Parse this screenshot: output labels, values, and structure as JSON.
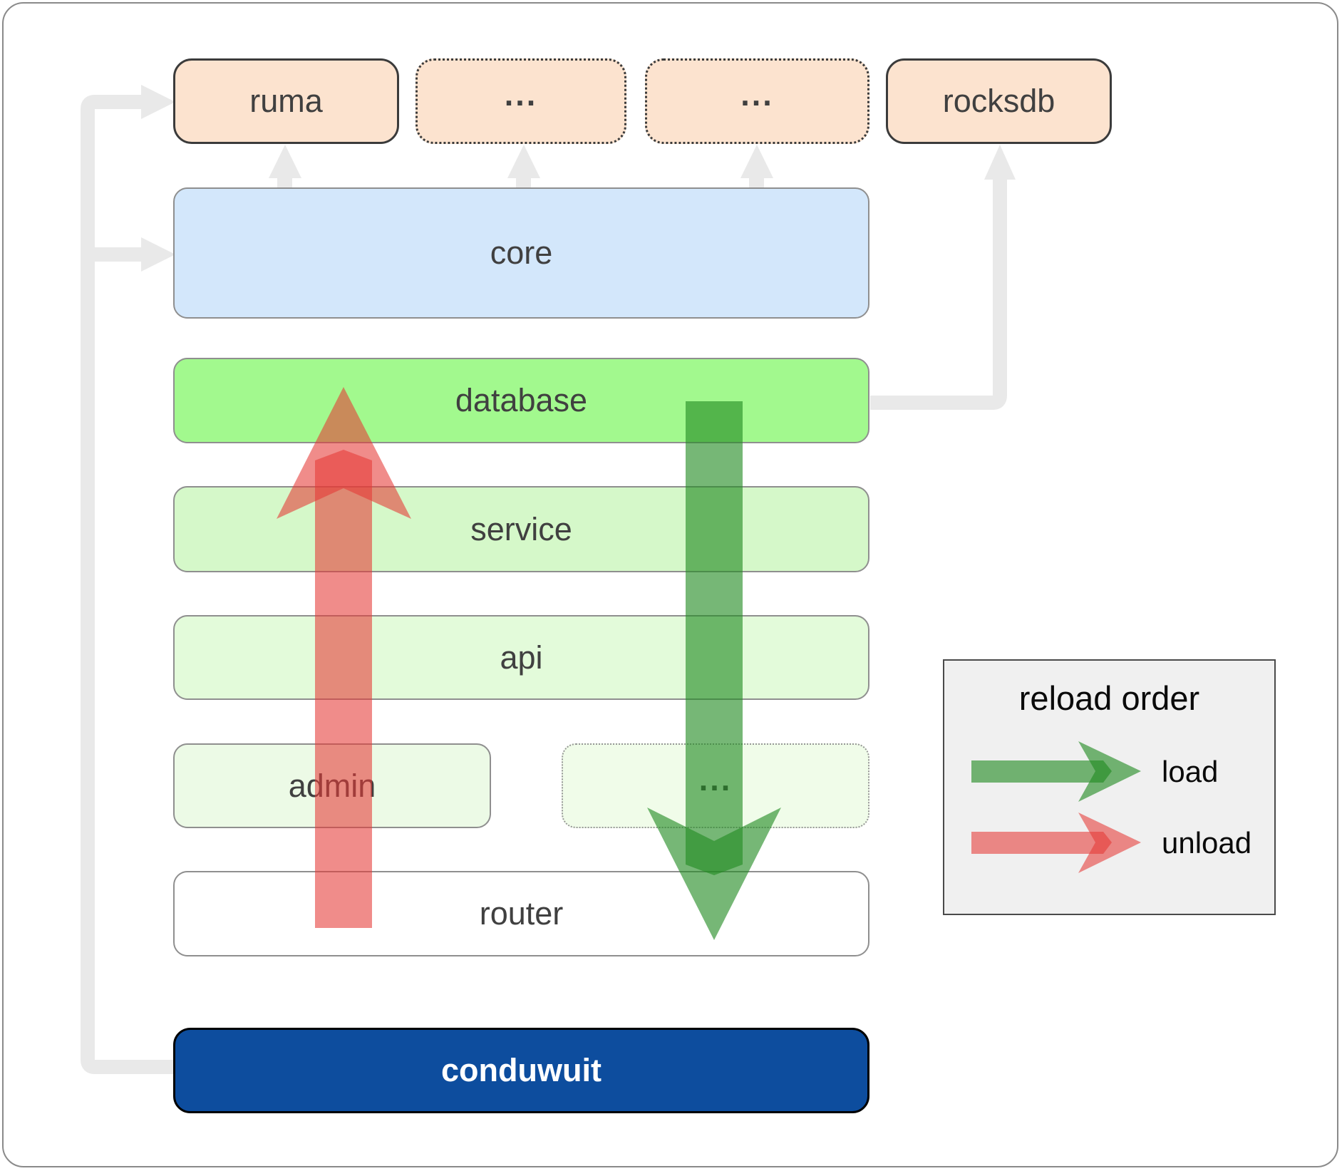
{
  "nodes": {
    "ruma": {
      "label": "ruma"
    },
    "deps_more_1": {
      "label": "..."
    },
    "deps_more_2": {
      "label": "..."
    },
    "rocksdb": {
      "label": "rocksdb"
    },
    "core": {
      "label": "core"
    },
    "database": {
      "label": "database"
    },
    "service": {
      "label": "service"
    },
    "api": {
      "label": "api"
    },
    "admin": {
      "label": "admin"
    },
    "services_more": {
      "label": "..."
    },
    "router": {
      "label": "router"
    },
    "conduwuit": {
      "label": "conduwuit"
    }
  },
  "legend": {
    "title": "reload order",
    "items": [
      {
        "label": "load",
        "color": "#228b22"
      },
      {
        "label": "unload",
        "color": "#e53935"
      }
    ]
  },
  "colors": {
    "load_arrow": "#228b22",
    "unload_arrow": "#e53935",
    "dependency_connector": "#e9e9e9",
    "dependency_fill": "#fce3cf",
    "core_fill": "#d3e7fb",
    "database_fill": "#a2f98e",
    "service_fill": "#d5f8c9",
    "api_fill": "#e3fbda",
    "admin_fill": "#ecfae6",
    "router_fill": "#ffffff",
    "conduwuit_fill": "#0d4d9e",
    "legend_fill": "#f0f0f0"
  }
}
